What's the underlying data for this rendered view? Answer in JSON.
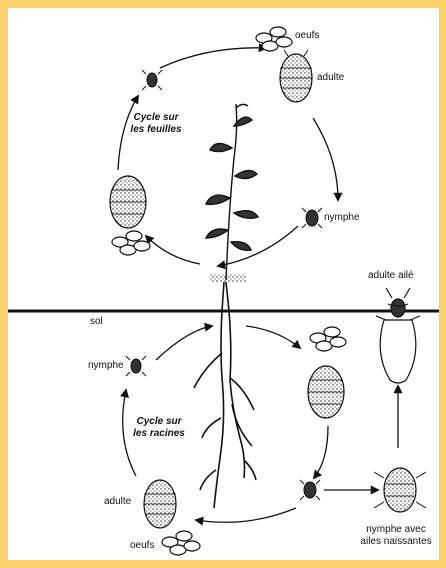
{
  "labels": {
    "cycle_leaves": "Cycle sur\nles feuilles",
    "cycle_roots": "Cycle sur\nles racines",
    "eggs_top": "oeufs",
    "adult_top": "adulte",
    "nymph_right_top": "nymphe",
    "soil": "sol",
    "winged_adult": "adulte ailé",
    "nymph_left_bottom": "nymphe",
    "adult_bottom": "adulte",
    "eggs_bottom": "oeufs",
    "nymph_wings_line1": "nymphe avec",
    "nymph_wings_line2": "ailes naissantes"
  },
  "colors": {
    "border": "#fbd36a",
    "background": "#ffffff",
    "ink": "#111111"
  },
  "icons": [
    "eggs-cluster-icon",
    "adult-aphid-icon",
    "nymph-aphid-icon",
    "winged-aphid-icon",
    "plant-icon",
    "roots-icon",
    "cycle-arrow-icon"
  ]
}
